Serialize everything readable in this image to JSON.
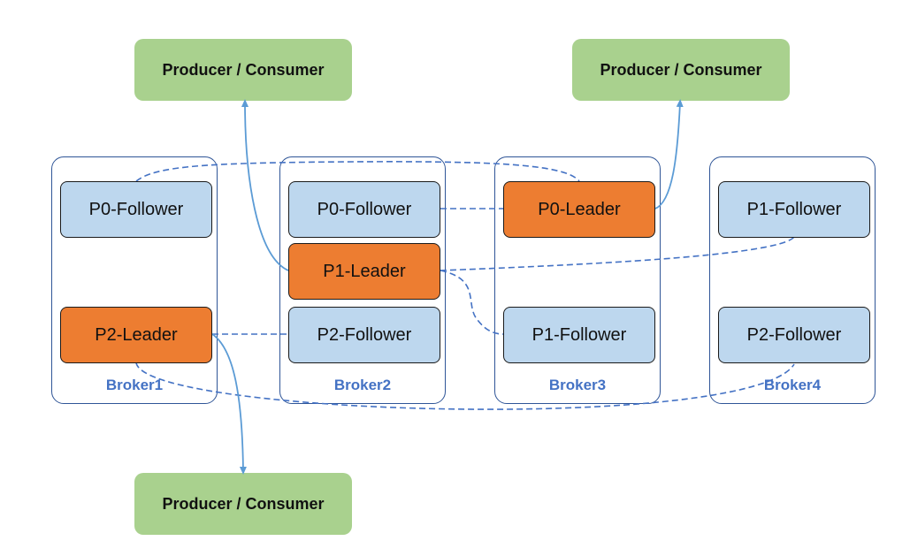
{
  "clients": {
    "top_left": "Producer / Consumer",
    "top_right": "Producer / Consumer",
    "bottom": "Producer / Consumer"
  },
  "brokers": [
    {
      "label": "Broker1",
      "partitions": [
        {
          "label": "P0-Follower",
          "role": "follower"
        },
        {
          "label": "P2-Leader",
          "role": "leader"
        }
      ]
    },
    {
      "label": "Broker2",
      "partitions": [
        {
          "label": "P0-Follower",
          "role": "follower"
        },
        {
          "label": "P1-Leader",
          "role": "leader"
        },
        {
          "label": "P2-Follower",
          "role": "follower"
        }
      ]
    },
    {
      "label": "Broker3",
      "partitions": [
        {
          "label": "P0-Leader",
          "role": "leader"
        },
        {
          "label": "P1-Follower",
          "role": "follower"
        }
      ]
    },
    {
      "label": "Broker4",
      "partitions": [
        {
          "label": "P1-Follower",
          "role": "follower"
        },
        {
          "label": "P2-Follower",
          "role": "follower"
        }
      ]
    }
  ],
  "colors": {
    "client_fill": "#a9d18e",
    "leader_fill": "#ed7d31",
    "follower_fill": "#bdd7ee",
    "broker_border": "#2f5597",
    "broker_label": "#4472c4",
    "connector": "#5b9bd5",
    "replication_link": "#4472c4"
  }
}
